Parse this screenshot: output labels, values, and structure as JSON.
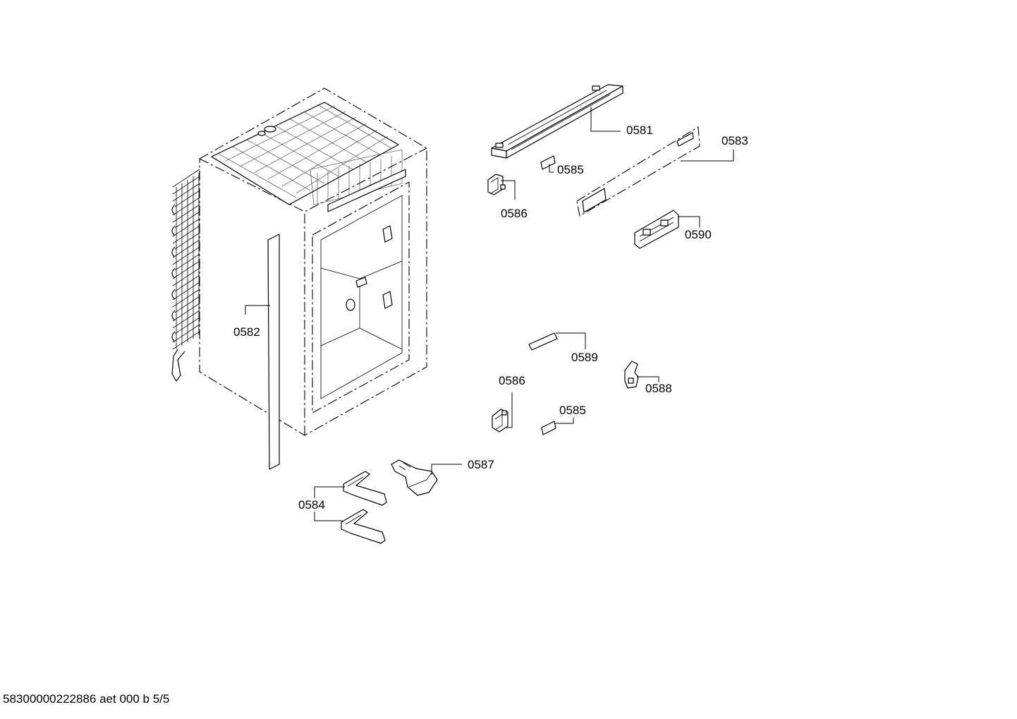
{
  "labels": {
    "p0581": "0581",
    "p0582": "0582",
    "p0583": "0583",
    "p0584": "0584",
    "p0585_top": "0585",
    "p0585_bottom": "0585",
    "p0586_top": "0586",
    "p0586_bottom": "0586",
    "p0587": "0587",
    "p0588": "0588",
    "p0589": "0589",
    "p0590": "0590"
  },
  "footer": "58300000222886 aet 000 b 5/5"
}
